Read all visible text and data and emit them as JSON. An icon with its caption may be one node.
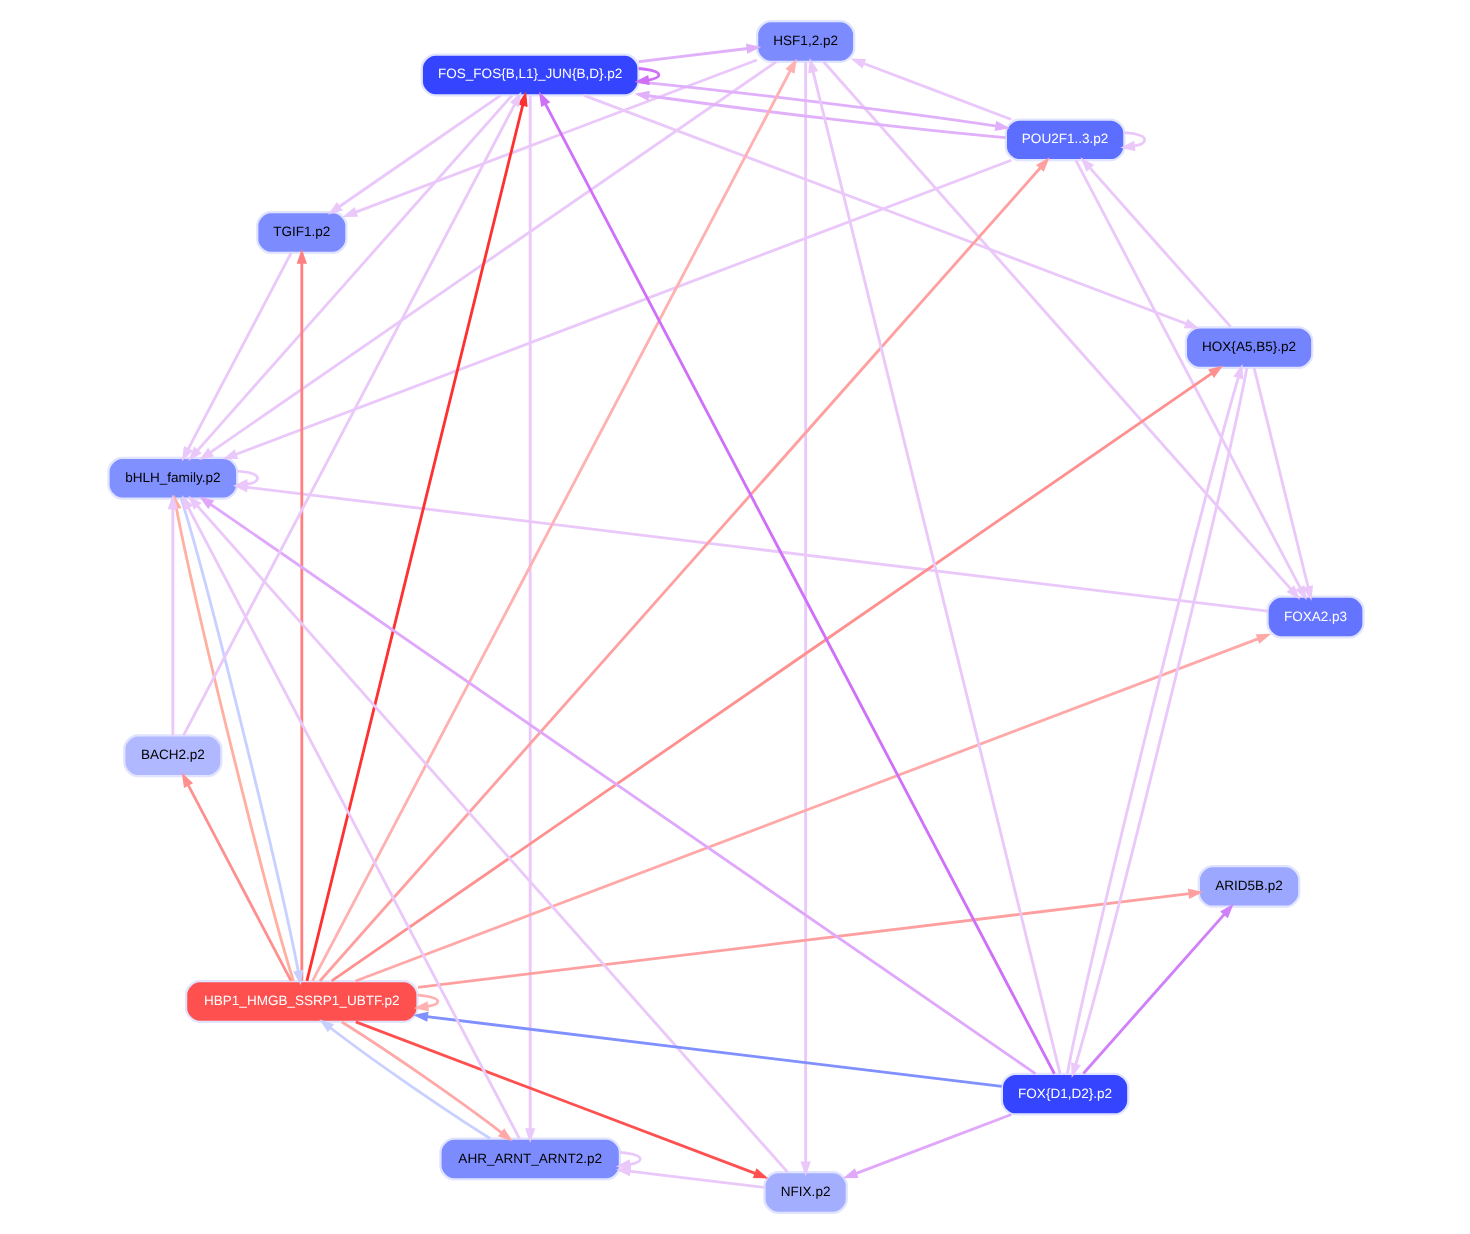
{
  "diagram": {
    "nodes": [
      {
        "text": [
          "ARID5B.p2"
        ]
      },
      {
        "text": [
          "HSF1,2.p2"
        ]
      },
      {
        "text": [
          "TGIF1.p2"
        ]
      },
      {
        "text": [
          "POU2F1..3.p2"
        ]
      },
      {
        "text": [
          "FOXA2.p3"
        ]
      },
      {
        "text": [
          "FOS_FOS{B,L1}_JUN{B,D}.p2"
        ]
      },
      {
        "text": [
          "HBP1_HMGB_SSRP1_UBTF.p2"
        ]
      },
      {
        "text": [
          "NFIX.p2"
        ]
      },
      {
        "text": [
          "FOX{D1,D2}.p2"
        ]
      },
      {
        "text": [
          "HOX{A5,B5}.p2"
        ]
      },
      {
        "text": [
          "bHLH_family.p2"
        ]
      },
      {
        "text": [
          "BACH2.p2"
        ]
      },
      {
        "text": [
          "AHR_ARNT_ARNT2.p2"
        ]
      }
    ],
    "edges": [
      {
        "from": 6,
        "to": 0,
        "arrow": "to",
        "color": "#ffa0a0"
      },
      {
        "from": 6,
        "to": 1,
        "arrow": "to",
        "color": "#ffb0b0"
      },
      {
        "from": 6,
        "to": 2,
        "arrow": "to",
        "color": "#ff8080"
      },
      {
        "from": 6,
        "to": 3,
        "arrow": "to",
        "color": "#ffa0a0"
      },
      {
        "from": 6,
        "to": 4,
        "arrow": "to",
        "color": "#ffa8a8"
      },
      {
        "from": 6,
        "to": 5,
        "arrow": "to",
        "color": "#ff3030"
      },
      {
        "from": 6,
        "to": 7,
        "arrow": "to",
        "color": "#ff5050"
      },
      {
        "from": 6,
        "to": 9,
        "arrow": "to",
        "color": "#ff9090"
      },
      {
        "from": 6,
        "to": 11,
        "arrow": "to",
        "color": "#ff9090"
      },
      {
        "from": 6,
        "to": 12,
        "arrow": "to",
        "color": "#ffa8a8"
      },
      {
        "from": 6,
        "to": 10,
        "arrow": "to",
        "color": "#ffb0a0"
      },
      {
        "from": 6,
        "to": 6,
        "arrow": "to",
        "color": "#ffb0b0"
      },
      {
        "from": 8,
        "to": 6,
        "arrow": "to",
        "color": "#8090ff"
      },
      {
        "from": 12,
        "to": 6,
        "arrow": "to",
        "color": "#c8d0ff"
      },
      {
        "from": 10,
        "to": 6,
        "arrow": "to",
        "color": "#c8d0ff"
      },
      {
        "from": 8,
        "to": 5,
        "arrow": "to",
        "color": "#d070f8"
      },
      {
        "from": 8,
        "to": 0,
        "arrow": "to",
        "color": "#d080f8"
      },
      {
        "from": 8,
        "to": 7,
        "arrow": "to",
        "color": "#e0a8fa"
      },
      {
        "from": 8,
        "to": 10,
        "arrow": "to",
        "color": "#e0a8fa"
      },
      {
        "from": 8,
        "to": 1,
        "arrow": "to"
      },
      {
        "from": 5,
        "to": 5,
        "arrow": "to",
        "color": "#d070f8"
      },
      {
        "from": 5,
        "to": 3,
        "arrow": "to",
        "color": "#e0b0fa"
      },
      {
        "from": 3,
        "to": 5,
        "arrow": "to",
        "color": "#e0b0fa"
      },
      {
        "from": 5,
        "to": 1,
        "arrow": "to",
        "color": "#e0b0fa"
      },
      {
        "from": 5,
        "to": 2,
        "arrow": "to"
      },
      {
        "from": 5,
        "to": 10,
        "arrow": "to"
      },
      {
        "from": 5,
        "to": 12,
        "arrow": "to"
      },
      {
        "from": 5,
        "to": 9,
        "arrow": "to"
      },
      {
        "from": 1,
        "to": 2,
        "arrow": "to"
      },
      {
        "from": 1,
        "to": 4,
        "arrow": "to"
      },
      {
        "from": 1,
        "to": 7,
        "arrow": "to"
      },
      {
        "from": 1,
        "to": 10,
        "arrow": "to"
      },
      {
        "from": 3,
        "to": 1,
        "arrow": "to"
      },
      {
        "from": 3,
        "to": 3,
        "arrow": "to"
      },
      {
        "from": 3,
        "to": 4,
        "arrow": "to"
      },
      {
        "from": 3,
        "to": 10,
        "arrow": "to"
      },
      {
        "from": 9,
        "to": 3,
        "arrow": "to"
      },
      {
        "from": 9,
        "to": 4,
        "arrow": "to"
      },
      {
        "from": 2,
        "to": 10,
        "arrow": "to"
      },
      {
        "from": 4,
        "to": 10,
        "arrow": "to"
      },
      {
        "from": 7,
        "to": 10,
        "arrow": "to"
      },
      {
        "from": 7,
        "to": 12,
        "arrow": "to"
      },
      {
        "from": 11,
        "to": 10,
        "arrow": "to"
      },
      {
        "from": 11,
        "to": 5,
        "arrow": "to"
      },
      {
        "from": 12,
        "to": 10,
        "arrow": "to"
      },
      {
        "from": 12,
        "to": 12,
        "arrow": "to"
      },
      {
        "from": 10,
        "to": 10,
        "arrow": "to"
      },
      {
        "from": 9,
        "to": 8,
        "arrow": "to"
      },
      {
        "from": 8,
        "to": 9,
        "arrow": "to"
      }
    ]
  }
}
